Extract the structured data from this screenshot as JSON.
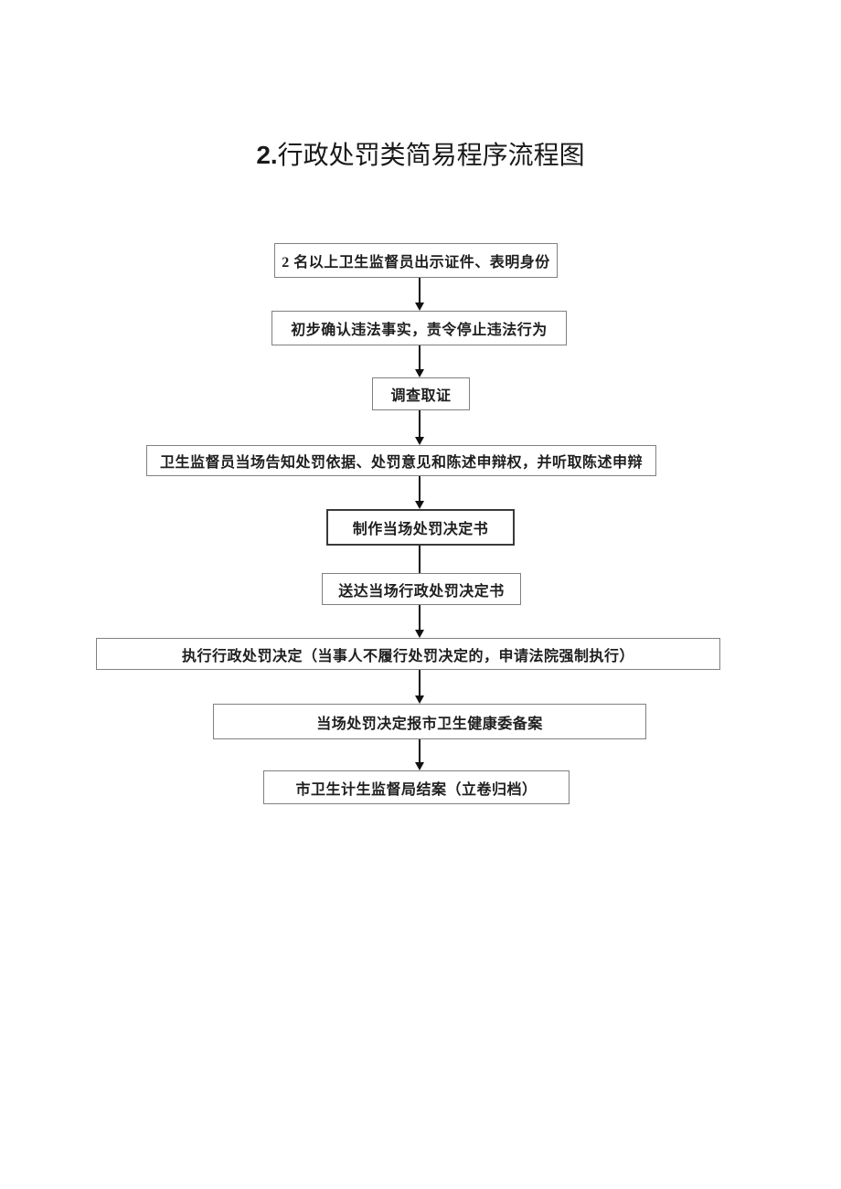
{
  "page": {
    "title": {
      "number": "2.",
      "text": "行政处罚类简易程序流程图"
    }
  },
  "flowchart": {
    "type": "vertical-flowchart",
    "steps": [
      {
        "label": "2 名以上卫生监督员出示证件、表明身份"
      },
      {
        "label": "初步确认违法事实，责令停止违法行为"
      },
      {
        "label": "调查取证"
      },
      {
        "label": "卫生监督员当场告知处罚依据、处罚意见和陈述申辩权，并听取陈述申辩"
      },
      {
        "label": "制作当场处罚决定书"
      },
      {
        "label": "送达当场行政处罚决定书"
      },
      {
        "label": "执行行政处罚决定（当事人不履行处罚决定的，申请法院强制执行）"
      },
      {
        "label": "当场处罚决定报市卫生健康委备案"
      },
      {
        "label": "市卫生计生监督局结案（立卷归档）"
      }
    ],
    "colors": {
      "background": "#ffffff",
      "box_border": "#808080",
      "emphasis_box_border": "#3a3a3a",
      "text": "#1f1f1f",
      "arrow": "#111111"
    }
  }
}
